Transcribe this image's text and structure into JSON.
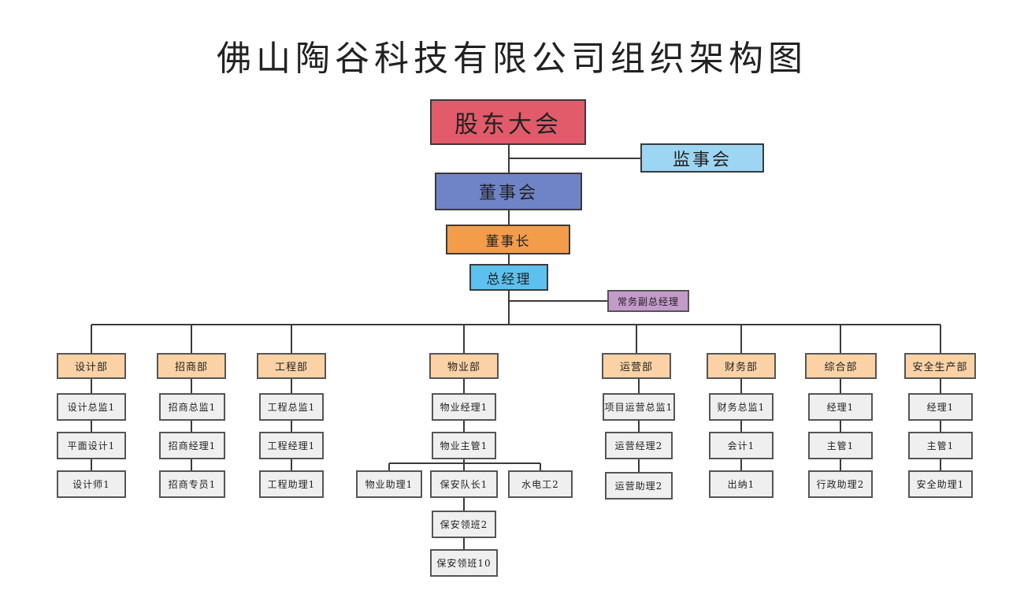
{
  "title": "佛山陶谷科技有限公司组织架构图",
  "colors": {
    "shareholders": "#e15b6a",
    "supervisors": "#9dd6f3",
    "board": "#6f84c6",
    "chairman": "#f39c49",
    "general_manager": "#5cc1ef",
    "deputy_gm": "#c39ac9",
    "department": "#fbd2a5",
    "position": "#efefef",
    "line": "#3a3a3a"
  },
  "top": {
    "shareholders": "股东大会",
    "supervisors": "监事会",
    "board": "董事会",
    "chairman": "董事长",
    "general_manager": "总经理",
    "deputy_gm": "常务副总经理"
  },
  "departments": [
    {
      "name": "设计部",
      "roles": [
        "设计总监1",
        "平面设计1",
        "设计师1"
      ]
    },
    {
      "name": "招商部",
      "roles": [
        "招商总监1",
        "招商经理1",
        "招商专员1"
      ]
    },
    {
      "name": "工程部",
      "roles": [
        "工程总监1",
        "工程经理1",
        "工程助理1"
      ]
    },
    {
      "name": "物业部",
      "roles": [
        "物业经理1",
        "物业主管1"
      ],
      "subroles": [
        "物业助理1",
        "保安队长1",
        "水电工2"
      ],
      "security_chain": [
        "保安领班2",
        "保安领班10"
      ]
    },
    {
      "name": "运营部",
      "roles": [
        "项目运营总监1",
        "运营经理2",
        "运营助理2"
      ]
    },
    {
      "name": "财务部",
      "roles": [
        "财务总监1",
        "会计1",
        "出纳1"
      ]
    },
    {
      "name": "综合部",
      "roles": [
        "经理1",
        "主管1",
        "行政助理2"
      ]
    },
    {
      "name": "安全生产部",
      "roles": [
        "经理1",
        "主管1",
        "安全助理1"
      ]
    }
  ]
}
